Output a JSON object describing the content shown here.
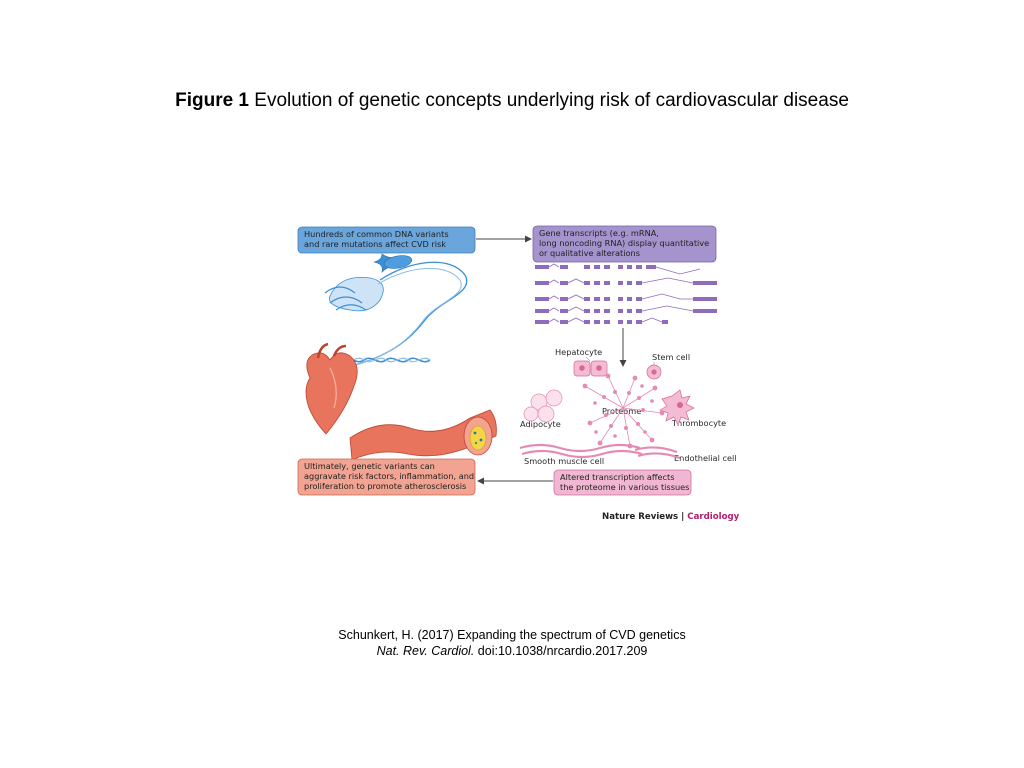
{
  "title": {
    "bold": "Figure 1",
    "text": "Evolution of genetic concepts underlying risk of cardiovascular disease"
  },
  "figure": {
    "box_dna": [
      "Hundreds of common DNA variants",
      "and rare mutations affect CVD risk"
    ],
    "box_transcripts": [
      "Gene transcripts (e.g. mRNA,",
      "long noncoding RNA) display quantitative",
      "or qualitative alterations"
    ],
    "box_ultimate": [
      "Ultimately, genetic variants can",
      "aggravate risk factors, inflammation, and",
      "proliferation to promote atherosclerosis"
    ],
    "box_altered": [
      "Altered transcription affects",
      "the proteome in various tissues"
    ],
    "cell_labels": {
      "hepatocyte": "Hepatocyte",
      "stem_cell": "Stem cell",
      "proteome": "Proteome",
      "adipocyte": "Adipocyte",
      "thrombocyte": "Thrombocyte",
      "smooth_muscle": "Smooth muscle cell",
      "endothelial": "Endothelial cell"
    },
    "publisher": "Nature Reviews",
    "journal": "Cardiology",
    "colors": {
      "blue_box": "#6aa6db",
      "purple_box": "#a493cc",
      "salmon_box": "#f2a391",
      "pink_box": "#f1b7d2",
      "transcript": "#8e6bbd",
      "dna": "#3b8fd4",
      "heart": "#e8745d",
      "cells": "#e58ab4",
      "journal_magenta": "#b11f6b"
    }
  },
  "citation": {
    "line1": "Schunkert, H. (2017) Expanding the spectrum of CVD genetics",
    "journal": "Nat. Rev. Cardiol.",
    "doi": "doi:10.1038/nrcardio.2017.209"
  }
}
